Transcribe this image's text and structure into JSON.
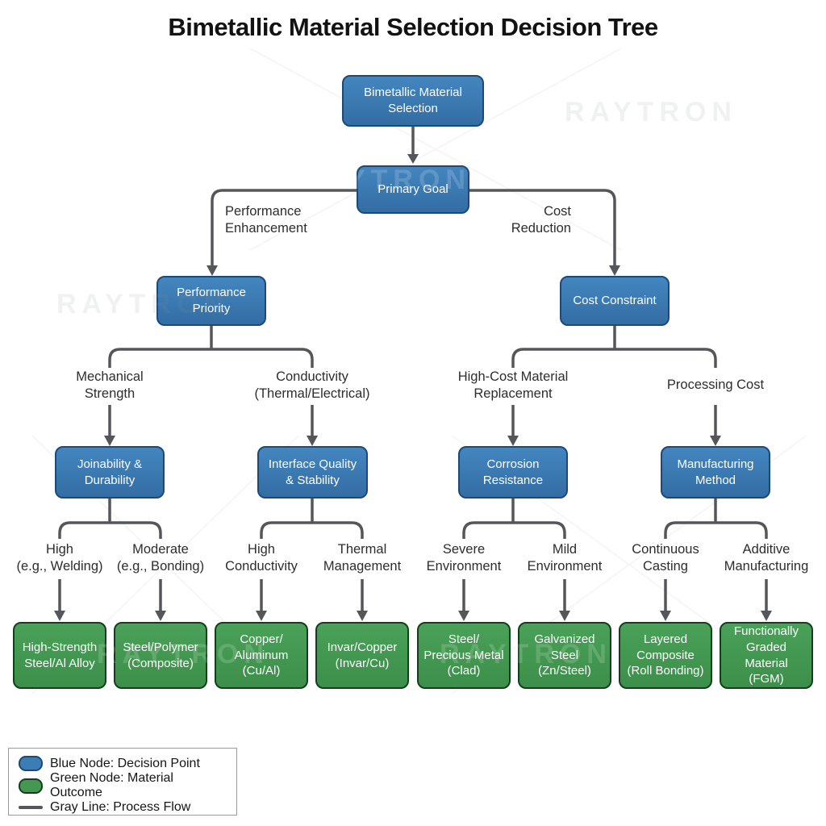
{
  "title": "Bimetallic Material Selection Decision Tree",
  "watermark": "RAYTRON",
  "colors": {
    "decision_node_fill": "#3d7db6",
    "decision_node_border": "#1b4a78",
    "outcome_node_fill": "#43994f",
    "outcome_node_border": "#143f1e",
    "line": "#55565a",
    "label_text": "#2d2d2d",
    "node_text": "#ffffff"
  },
  "tree": {
    "root": "Bimetallic Material\nSelection",
    "primary_goal": "Primary Goal",
    "performance_priority": "Performance\nPriority",
    "cost_constraint": "Cost Constraint",
    "joinability_durability": "Joinability &\nDurability",
    "interface_quality_stability": "Interface Quality\n& Stability",
    "corrosion_resistance": "Corrosion\nResistance",
    "manufacturing_method": "Manufacturing\nMethod",
    "outcomes": {
      "high_strength_steel_al": "High-Strength\nSteel/Al Alloy",
      "steel_polymer": "Steel/Polymer\n(Composite)",
      "copper_aluminum": "Copper/\nAluminum\n(Cu/Al)",
      "invar_copper": "Invar/Copper\n(Invar/Cu)",
      "steel_precious_metal": "Steel/\nPrecious Metal\n(Clad)",
      "galvanized_steel": "Galvanized\nSteel\n(Zn/Steel)",
      "layered_composite": "Layered\nComposite\n(Roll Bonding)",
      "functionally_graded": "Functionally\nGraded\nMaterial (FGM)"
    },
    "edge_labels": {
      "performance_enhancement": "Performance\nEnhancement",
      "cost_reduction": "Cost\nReduction",
      "mechanical_strength": "Mechanical\nStrength",
      "conductivity": "Conductivity\n(Thermal/Electrical)",
      "high_cost_material_replacement": "High-Cost Material\nReplacement",
      "processing_cost": "Processing Cost",
      "high_welding": "High\n(e.g., Welding)",
      "moderate_bonding": "Moderate\n(e.g., Bonding)",
      "high_conductivity": "High\nConductivity",
      "thermal_management": "Thermal\nManagement",
      "severe_environment": "Severe\nEnvironment",
      "mild_environment": "Mild\nEnvironment",
      "continuous_casting": "Continuous\nCasting",
      "additive_manufacturing": "Additive\nManufacturing"
    }
  },
  "legend": {
    "items": [
      {
        "swatch": "blue-node",
        "label": "Blue Node: Decision Point"
      },
      {
        "swatch": "green-node",
        "label": "Green Node: Material Outcome"
      },
      {
        "swatch": "gray-line",
        "label": "Gray Line: Process Flow"
      }
    ]
  }
}
